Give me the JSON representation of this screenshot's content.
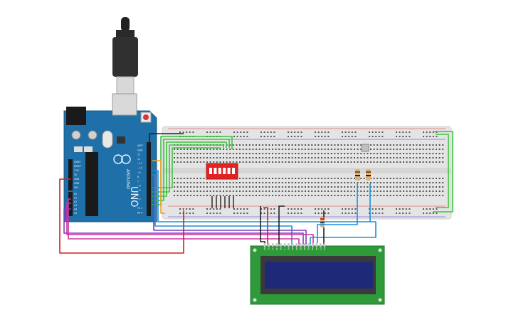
{
  "arduino": {
    "brand": "ARDUINO",
    "model": "UNO",
    "digital_header_labels": [
      "AREF",
      "GND",
      "13",
      "12",
      "~11",
      "~10",
      "~9",
      "8",
      "7",
      "~6",
      "~5",
      "4",
      "~3",
      "2",
      "TX 1",
      "RX 0"
    ],
    "power_header_labels": [
      "IOREF",
      "RESET",
      "3.3V",
      "5V",
      "GND",
      "GND",
      "VIN"
    ],
    "analog_header_labels": [
      "A0",
      "A1",
      "A2",
      "A3",
      "A4",
      "A5"
    ]
  },
  "lcd": {
    "pin_labels": [
      "GND",
      "VCC",
      "V0",
      "RS",
      "RW",
      "E",
      "DB0",
      "DB1",
      "DB2",
      "DB3",
      "DB4",
      "DB5",
      "DB6",
      "DB7",
      "LED",
      "LED"
    ]
  },
  "colors": {
    "arduino_board": "#1f6fa8",
    "breadboard": "#e4e4e4",
    "dip_switch": "#e02424",
    "lcd_board": "#2e9a3a",
    "lcd_screen": "#1e2a78",
    "wire_green": "#3cc43c",
    "wire_blue": "#1e90d6",
    "wire_purple": "#7a3fc0",
    "wire_magenta": "#d030a0",
    "wire_red": "#d42020",
    "wire_orange": "#f0a020",
    "wire_black": "#222222"
  }
}
